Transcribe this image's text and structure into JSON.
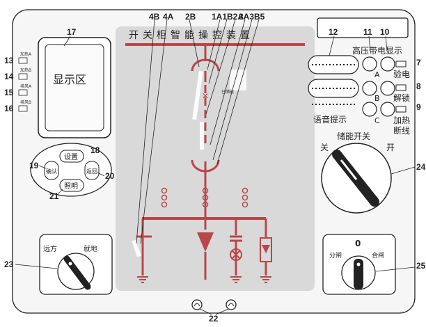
{
  "colors": {
    "panel_bg": "#f5f5f5",
    "center_bg": "#d8d8d8",
    "accent": "#b8474a",
    "stroke": "#222222"
  },
  "icons": {
    "rotary_switch_left": "rotary-knob",
    "rotary_switch_right": "rotary-knob",
    "energy_switch": "rotary-knob",
    "indicator_lamps": "round-lamp"
  },
  "title": "开关柜智能操控装置",
  "stored_energy_label": "已储能",
  "display_area_label": "显示区",
  "left_indicators": [
    {
      "num": "13",
      "label": "加热A"
    },
    {
      "num": "14",
      "label": "加热B"
    },
    {
      "num": "15",
      "label": "排风A"
    },
    {
      "num": "16",
      "label": "排风B"
    }
  ],
  "keypad": {
    "top": "设置",
    "left": "确认",
    "right": "返回",
    "bottom": "照明"
  },
  "right_panel": {
    "high_voltage_label": "高压带电显示",
    "phase_labels": [
      "A",
      "B",
      "C"
    ],
    "verify_label": "验电",
    "unlock_label": "解锁",
    "heat_break_label_1": "加热",
    "heat_break_label_2": "断线",
    "voice_label": "语音提示"
  },
  "energy_switch": {
    "title": "储能开关",
    "off": "关",
    "on": "开"
  },
  "left_knob": {
    "left": "远方",
    "right": "就地"
  },
  "right_knob": {
    "left": "分闸",
    "top": "0",
    "right": "合闸"
  },
  "callouts": {
    "c4B": "4B",
    "c4A": "4A",
    "c2B": "2B",
    "c1A1B2A": "1A1B2A",
    "c3A3B5": "3A3B5",
    "c17": "17",
    "c12": "12",
    "c11": "11",
    "c10": "10",
    "c13": "13",
    "c14": "14",
    "c15": "15",
    "c16": "16",
    "c18": "18",
    "c19": "19",
    "c20": "20",
    "c21": "21",
    "c7": "7",
    "c8": "8",
    "c9": "9",
    "c24": "24",
    "c23": "23",
    "c25": "25",
    "c22": "22"
  }
}
